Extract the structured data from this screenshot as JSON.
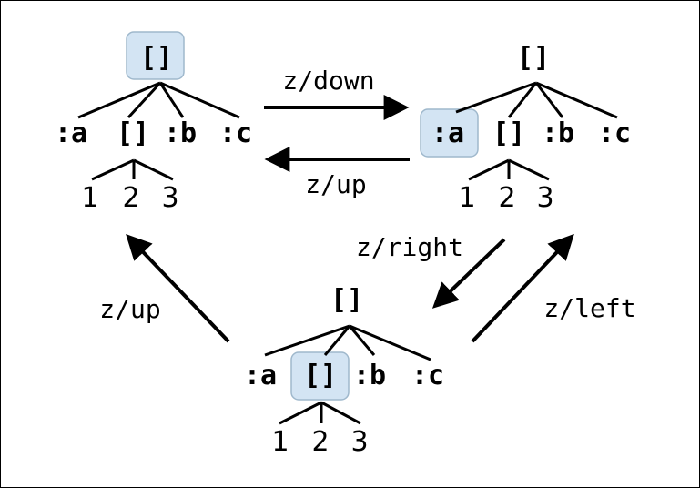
{
  "colors": {
    "focus_fill": "#d3e4f3",
    "focus_stroke": "#9fb8cc",
    "line": "#000000"
  },
  "operations": {
    "down": "z/down",
    "up_top": "z/up",
    "right": "z/right",
    "left": "z/left",
    "up_left": "z/up"
  },
  "trees": [
    {
      "id": "tree-top-left",
      "focus": "root",
      "root": "[]",
      "children": [
        ":a",
        "[]",
        ":b",
        ":c"
      ],
      "grandchildren": [
        "1",
        "2",
        "3"
      ]
    },
    {
      "id": "tree-top-right",
      "focus": ":a",
      "root": "[]",
      "children": [
        ":a",
        "[]",
        ":b",
        ":c"
      ],
      "grandchildren": [
        "1",
        "2",
        "3"
      ]
    },
    {
      "id": "tree-bottom",
      "focus": "[]",
      "root": "[]",
      "children": [
        ":a",
        "[]",
        ":b",
        ":c"
      ],
      "grandchildren": [
        "1",
        "2",
        "3"
      ]
    }
  ]
}
